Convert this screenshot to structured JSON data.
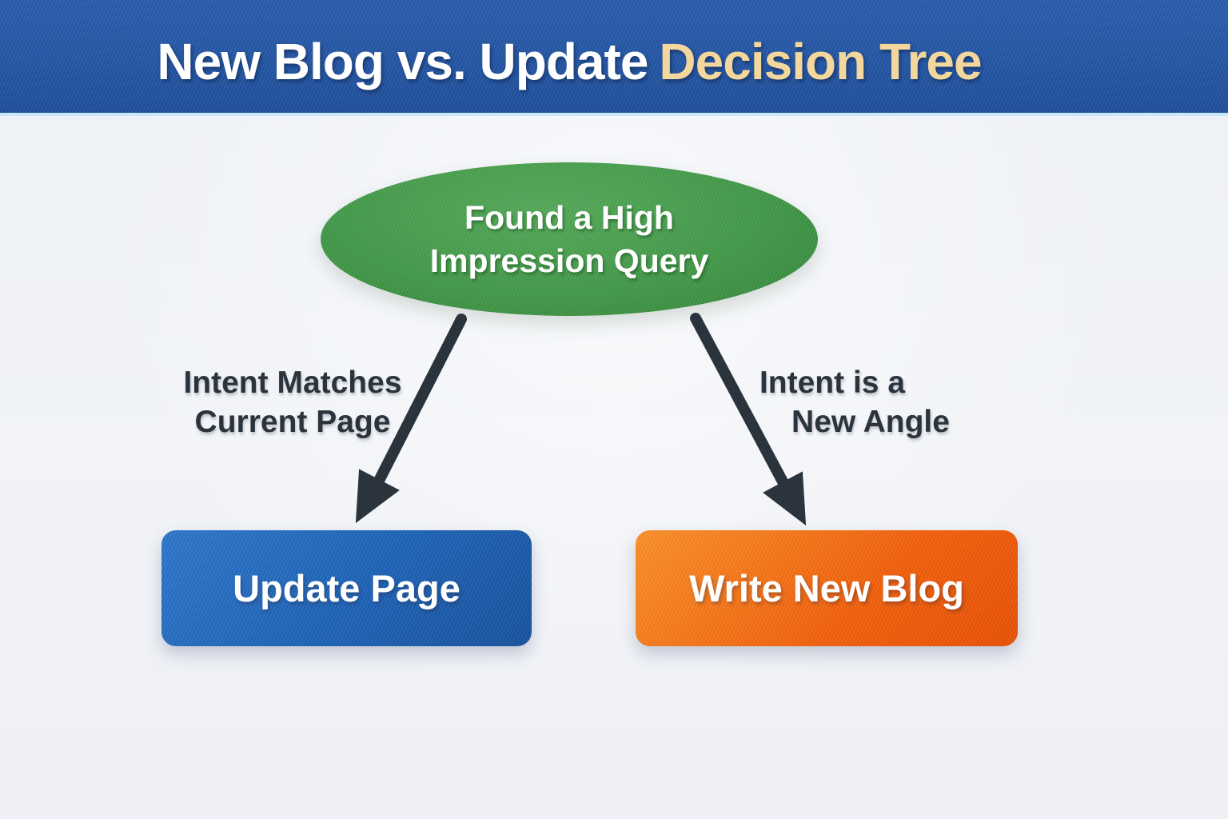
{
  "header": {
    "title_main": "New Blog vs. Update",
    "title_accent": "Decision Tree"
  },
  "tree": {
    "root": {
      "line1": "Found a High",
      "line2": "Impression Query"
    },
    "left_branch": {
      "condition_line1": "Intent Matches",
      "condition_line2": "Current Page",
      "outcome": "Update Page"
    },
    "right_branch": {
      "condition_line1": "Intent is a",
      "condition_line2": "New Angle",
      "outcome": "Write New Blog"
    }
  },
  "colors": {
    "header_bg": "#2456a4",
    "title_accent": "#f3d79c",
    "canvas_bg": "#edf0f6",
    "root_green": "#449a4a",
    "arrow_dark": "#2b343d",
    "outcome_blue": "#1e63b7",
    "outcome_orange": "#f2600c"
  }
}
